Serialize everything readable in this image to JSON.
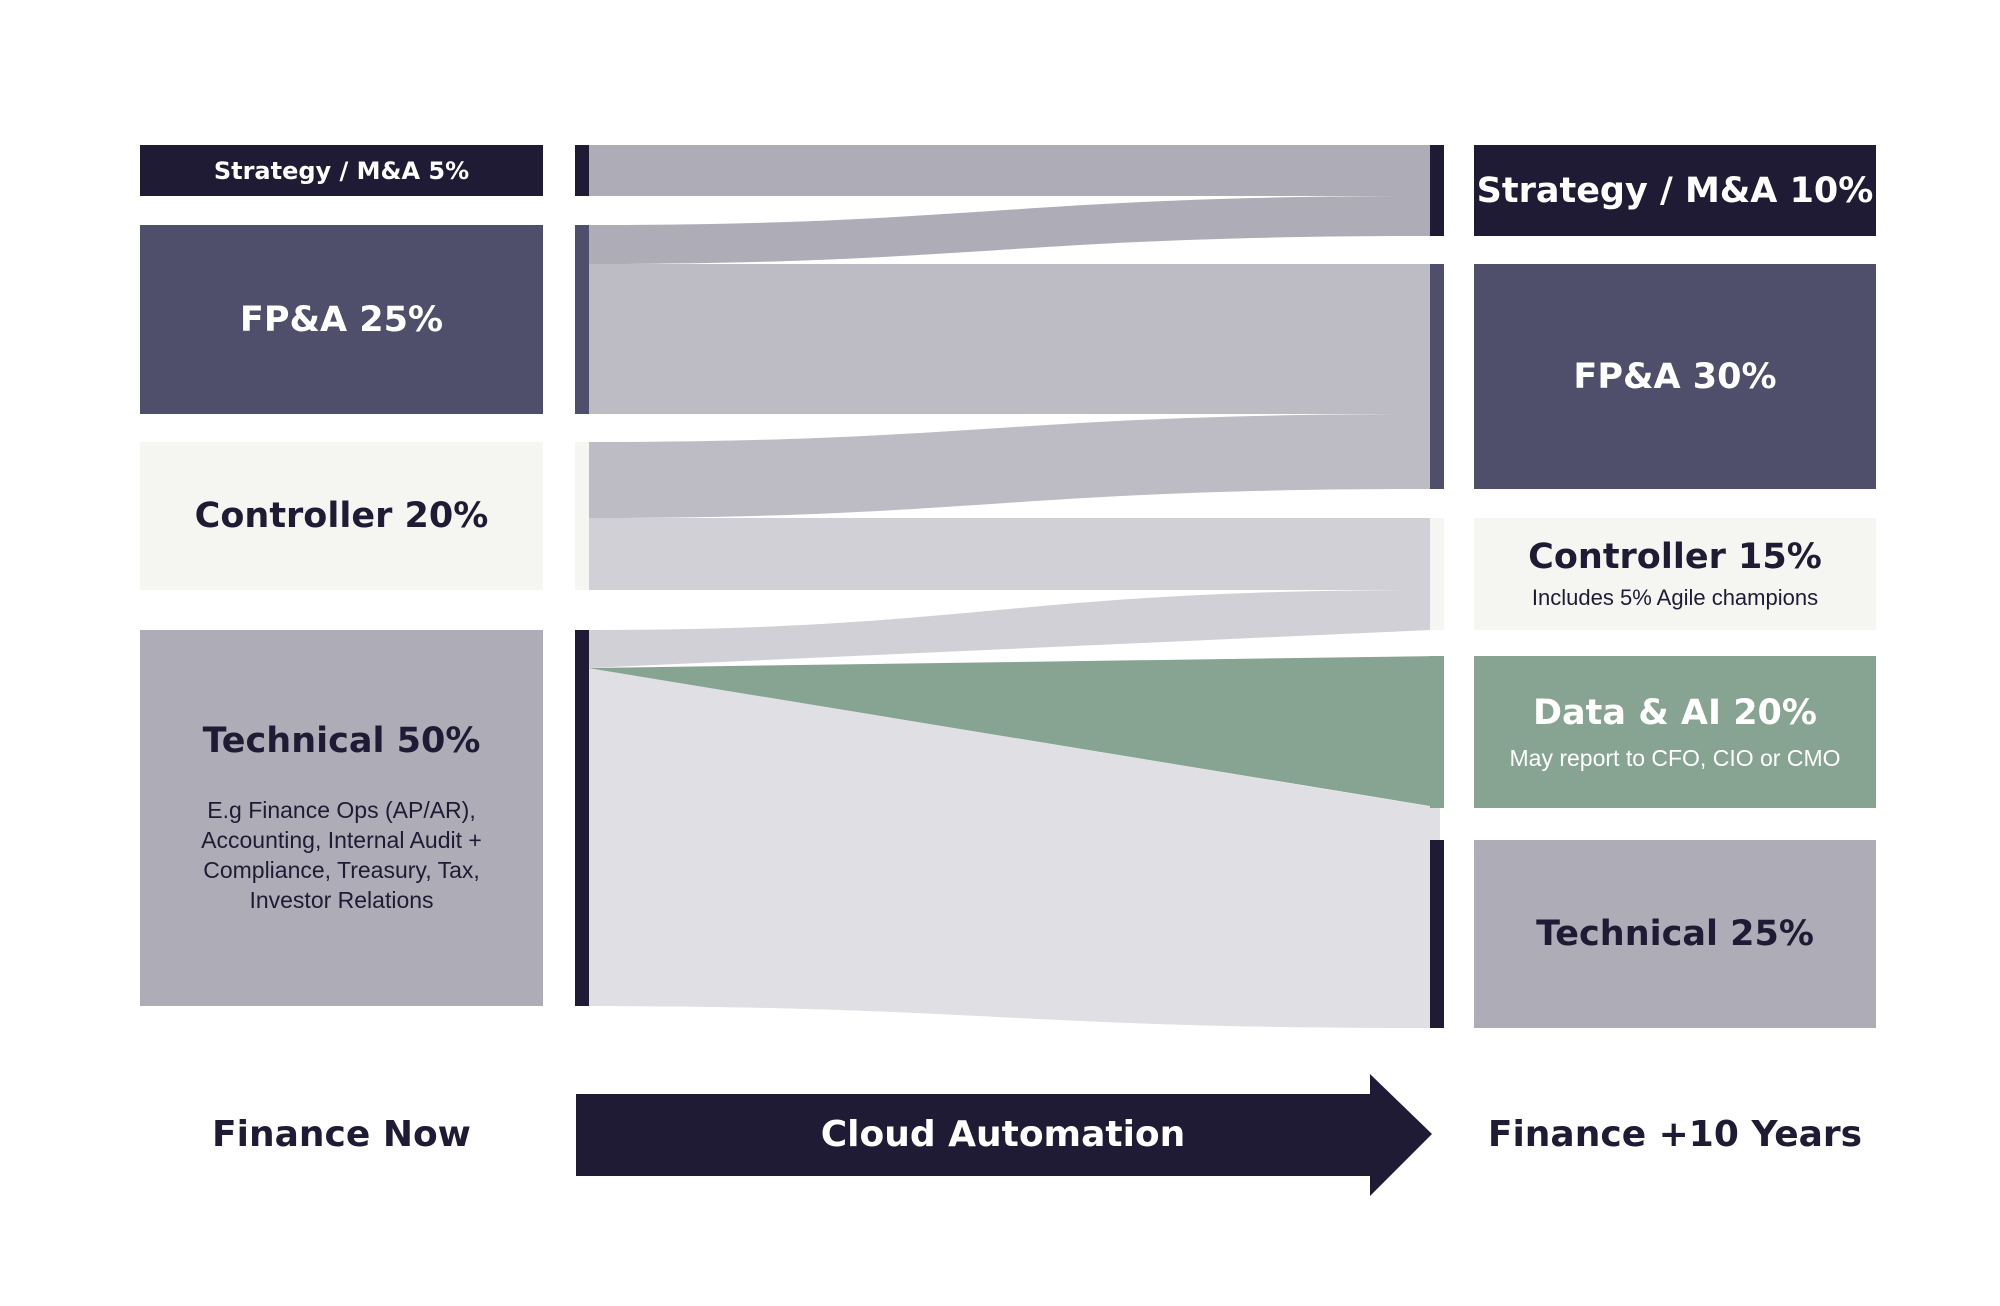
{
  "colors": {
    "dark": "#1f1b35",
    "purple": "#4f4e6b",
    "cream": "#f5f6f1",
    "grey": "#aeadb7",
    "green": "#87a391",
    "flow_strategy": "#aeadb7",
    "flow_fpa": "#bdbcc5",
    "flow_controller": "#d1d0d6",
    "flow_technical": "#e0dfe4"
  },
  "now": {
    "strategy": {
      "title": "Strategy / M&A 5%"
    },
    "fpa": {
      "title": "FP&A 25%"
    },
    "controller": {
      "title": "Controller 20%"
    },
    "technical": {
      "title": "Technical 50%",
      "sub": [
        "E.g Finance Ops (AP/AR),",
        "Accounting, Internal Audit +",
        "Compliance, Treasury, Tax,",
        "Investor Relations"
      ]
    }
  },
  "future": {
    "strategy": {
      "title": "Strategy / M&A 10%"
    },
    "fpa": {
      "title": "FP&A 30%"
    },
    "controller": {
      "title": "Controller 15%",
      "sub": "Includes 5% Agile champions"
    },
    "data_ai": {
      "title": "Data & AI 20%",
      "sub": "May report to CFO, CIO or CMO"
    },
    "technical": {
      "title": "Technical 25%"
    }
  },
  "footer": {
    "left": "Finance Now",
    "arrow": "Cloud Automation",
    "right": "Finance +10 Years"
  }
}
